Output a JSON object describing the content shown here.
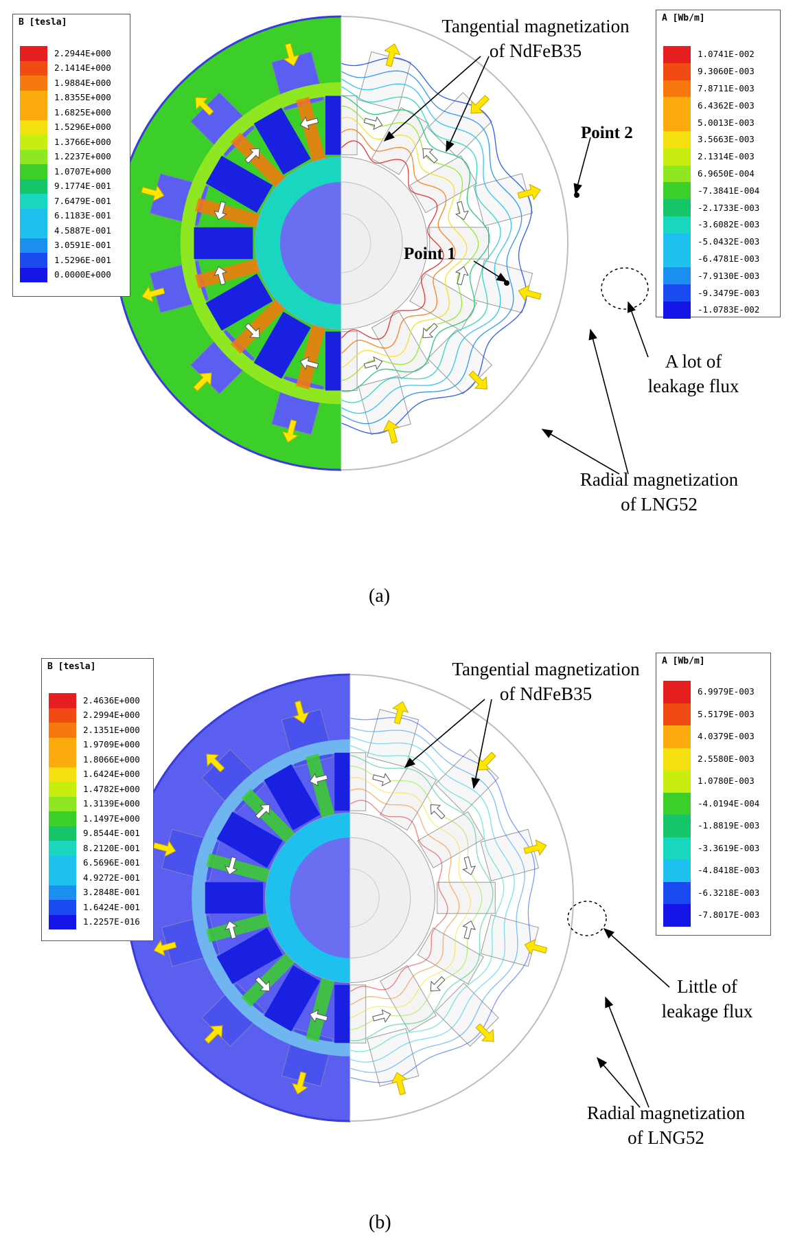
{
  "colors": {
    "scale": [
      "#e51f1f",
      "#f04b12",
      "#f7790d",
      "#fbab0e",
      "#f5e00f",
      "#c7ee10",
      "#8ee720",
      "#3ccf2a",
      "#16c56a",
      "#19d6bf",
      "#1ec0ee",
      "#1a8ff0",
      "#1a4bf0",
      "#1515e8"
    ],
    "stator_fill": "#5a5ff0",
    "arrow_yellow": "#ffe600",
    "arrow_white": "#ffffff"
  },
  "panel_a": {
    "label": "(a)",
    "legend_b": {
      "title": "B [tesla]",
      "values": [
        "2.2944E+000",
        "2.1414E+000",
        "1.9884E+000",
        "1.8355E+000",
        "1.6825E+000",
        "1.5296E+000",
        "1.3766E+000",
        "1.2237E+000",
        "1.0707E+000",
        "9.1774E-001",
        "7.6479E-001",
        "6.1183E-001",
        "4.5887E-001",
        "3.0591E-001",
        "1.5296E-001",
        "0.0000E+000"
      ]
    },
    "legend_a": {
      "title": "A [Wb/m]",
      "values": [
        "1.0741E-002",
        "9.3060E-003",
        "7.8711E-003",
        "6.4362E-003",
        "5.0013E-003",
        "3.5663E-003",
        "2.1314E-003",
        "6.9650E-004",
        "-7.3841E-004",
        "-2.1733E-003",
        "-3.6082E-003",
        "-5.0432E-003",
        "-6.4781E-003",
        "-7.9130E-003",
        "-9.3479E-003",
        "-1.0783E-002"
      ]
    },
    "annotations": {
      "tangential_line1": "Tangential magnetization",
      "tangential_line2": "of NdFeB35",
      "point1": "Point 1",
      "point2": "Point 2",
      "leakage_line1": "A lot of",
      "leakage_line2": "leakage flux",
      "radial_line1": "Radial magnetization",
      "radial_line2": "of LNG52"
    }
  },
  "panel_b": {
    "label": "(b)",
    "legend_b": {
      "title": "B [tesla]",
      "values": [
        "2.4636E+000",
        "2.2994E+000",
        "2.1351E+000",
        "1.9709E+000",
        "1.8066E+000",
        "1.6424E+000",
        "1.4782E+000",
        "1.3139E+000",
        "1.1497E+000",
        "9.8544E-001",
        "8.2120E-001",
        "6.5696E-001",
        "4.9272E-001",
        "3.2848E-001",
        "1.6424E-001",
        "1.2257E-016"
      ]
    },
    "legend_a": {
      "title": "A [Wb/m]",
      "values": [
        "6.9979E-003",
        "5.5179E-003",
        "4.0379E-003",
        "2.5580E-003",
        "1.0780E-003",
        "-4.0194E-004",
        "-1.8819E-003",
        "-3.3619E-003",
        "-4.8418E-003",
        "-6.3218E-003",
        "-7.8017E-003"
      ]
    },
    "annotations": {
      "tangential_line1": "Tangential magnetization",
      "tangential_line2": "of NdFeB35",
      "leakage_line1": "Little of",
      "leakage_line2": "leakage flux",
      "radial_line1": "Radial magnetization",
      "radial_line2": "of LNG52"
    }
  }
}
